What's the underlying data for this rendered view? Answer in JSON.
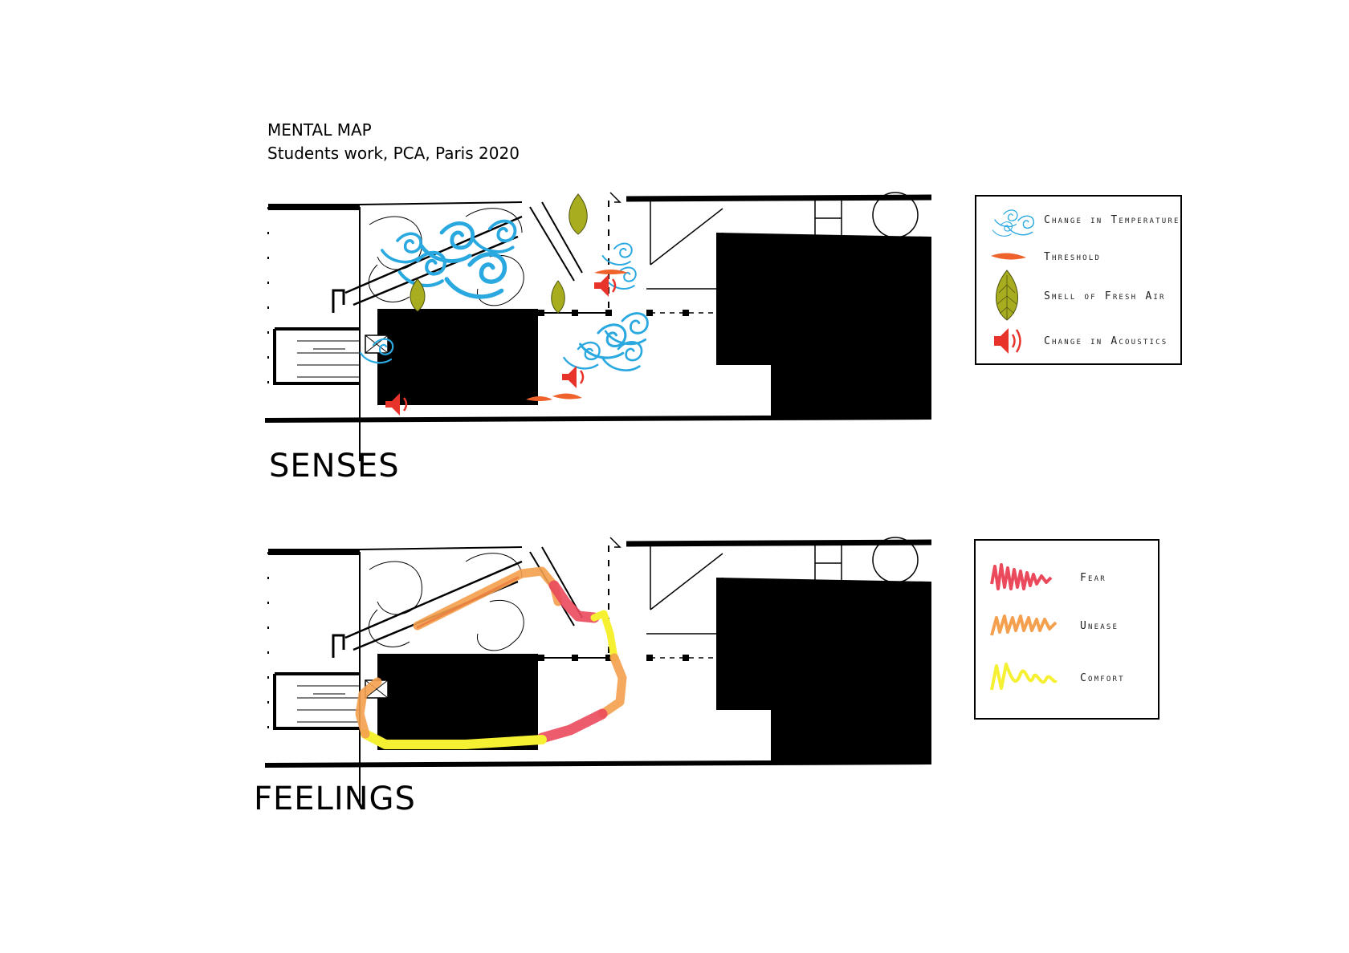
{
  "header": {
    "title": "MENTAL MAP",
    "subtitle": "Students work, PCA, Paris 2020"
  },
  "sections": {
    "senses": {
      "label": "SENSES"
    },
    "feelings": {
      "label": "FEELINGS"
    }
  },
  "senses_legend": {
    "items": [
      {
        "label": "Change in Temperature",
        "icon": "wind-swirl-icon",
        "color": "#2aa8e0"
      },
      {
        "label": "Threshold",
        "icon": "threshold-icon",
        "color": "#f0622b"
      },
      {
        "label": "Smell of Fresh Air",
        "icon": "leaf-icon",
        "color": "#a7ad1e"
      },
      {
        "label": "Change in Acoustics",
        "icon": "speaker-icon",
        "color": "#e8332a"
      }
    ]
  },
  "feelings_legend": {
    "items": [
      {
        "label": "Fear",
        "icon": "scribble-icon",
        "color": "#ea4a5c"
      },
      {
        "label": "Unease",
        "icon": "scribble-icon",
        "color": "#f4a04e"
      },
      {
        "label": "Comfort",
        "icon": "scribble-icon",
        "color": "#f5f032"
      }
    ]
  },
  "colors": {
    "temperature": "#2aa8e0",
    "threshold": "#f0622b",
    "leaf": "#a7ad1e",
    "acoustics": "#e8332a",
    "fear": "#ea4a5c",
    "unease": "#f4a04e",
    "comfort": "#f5f032"
  }
}
